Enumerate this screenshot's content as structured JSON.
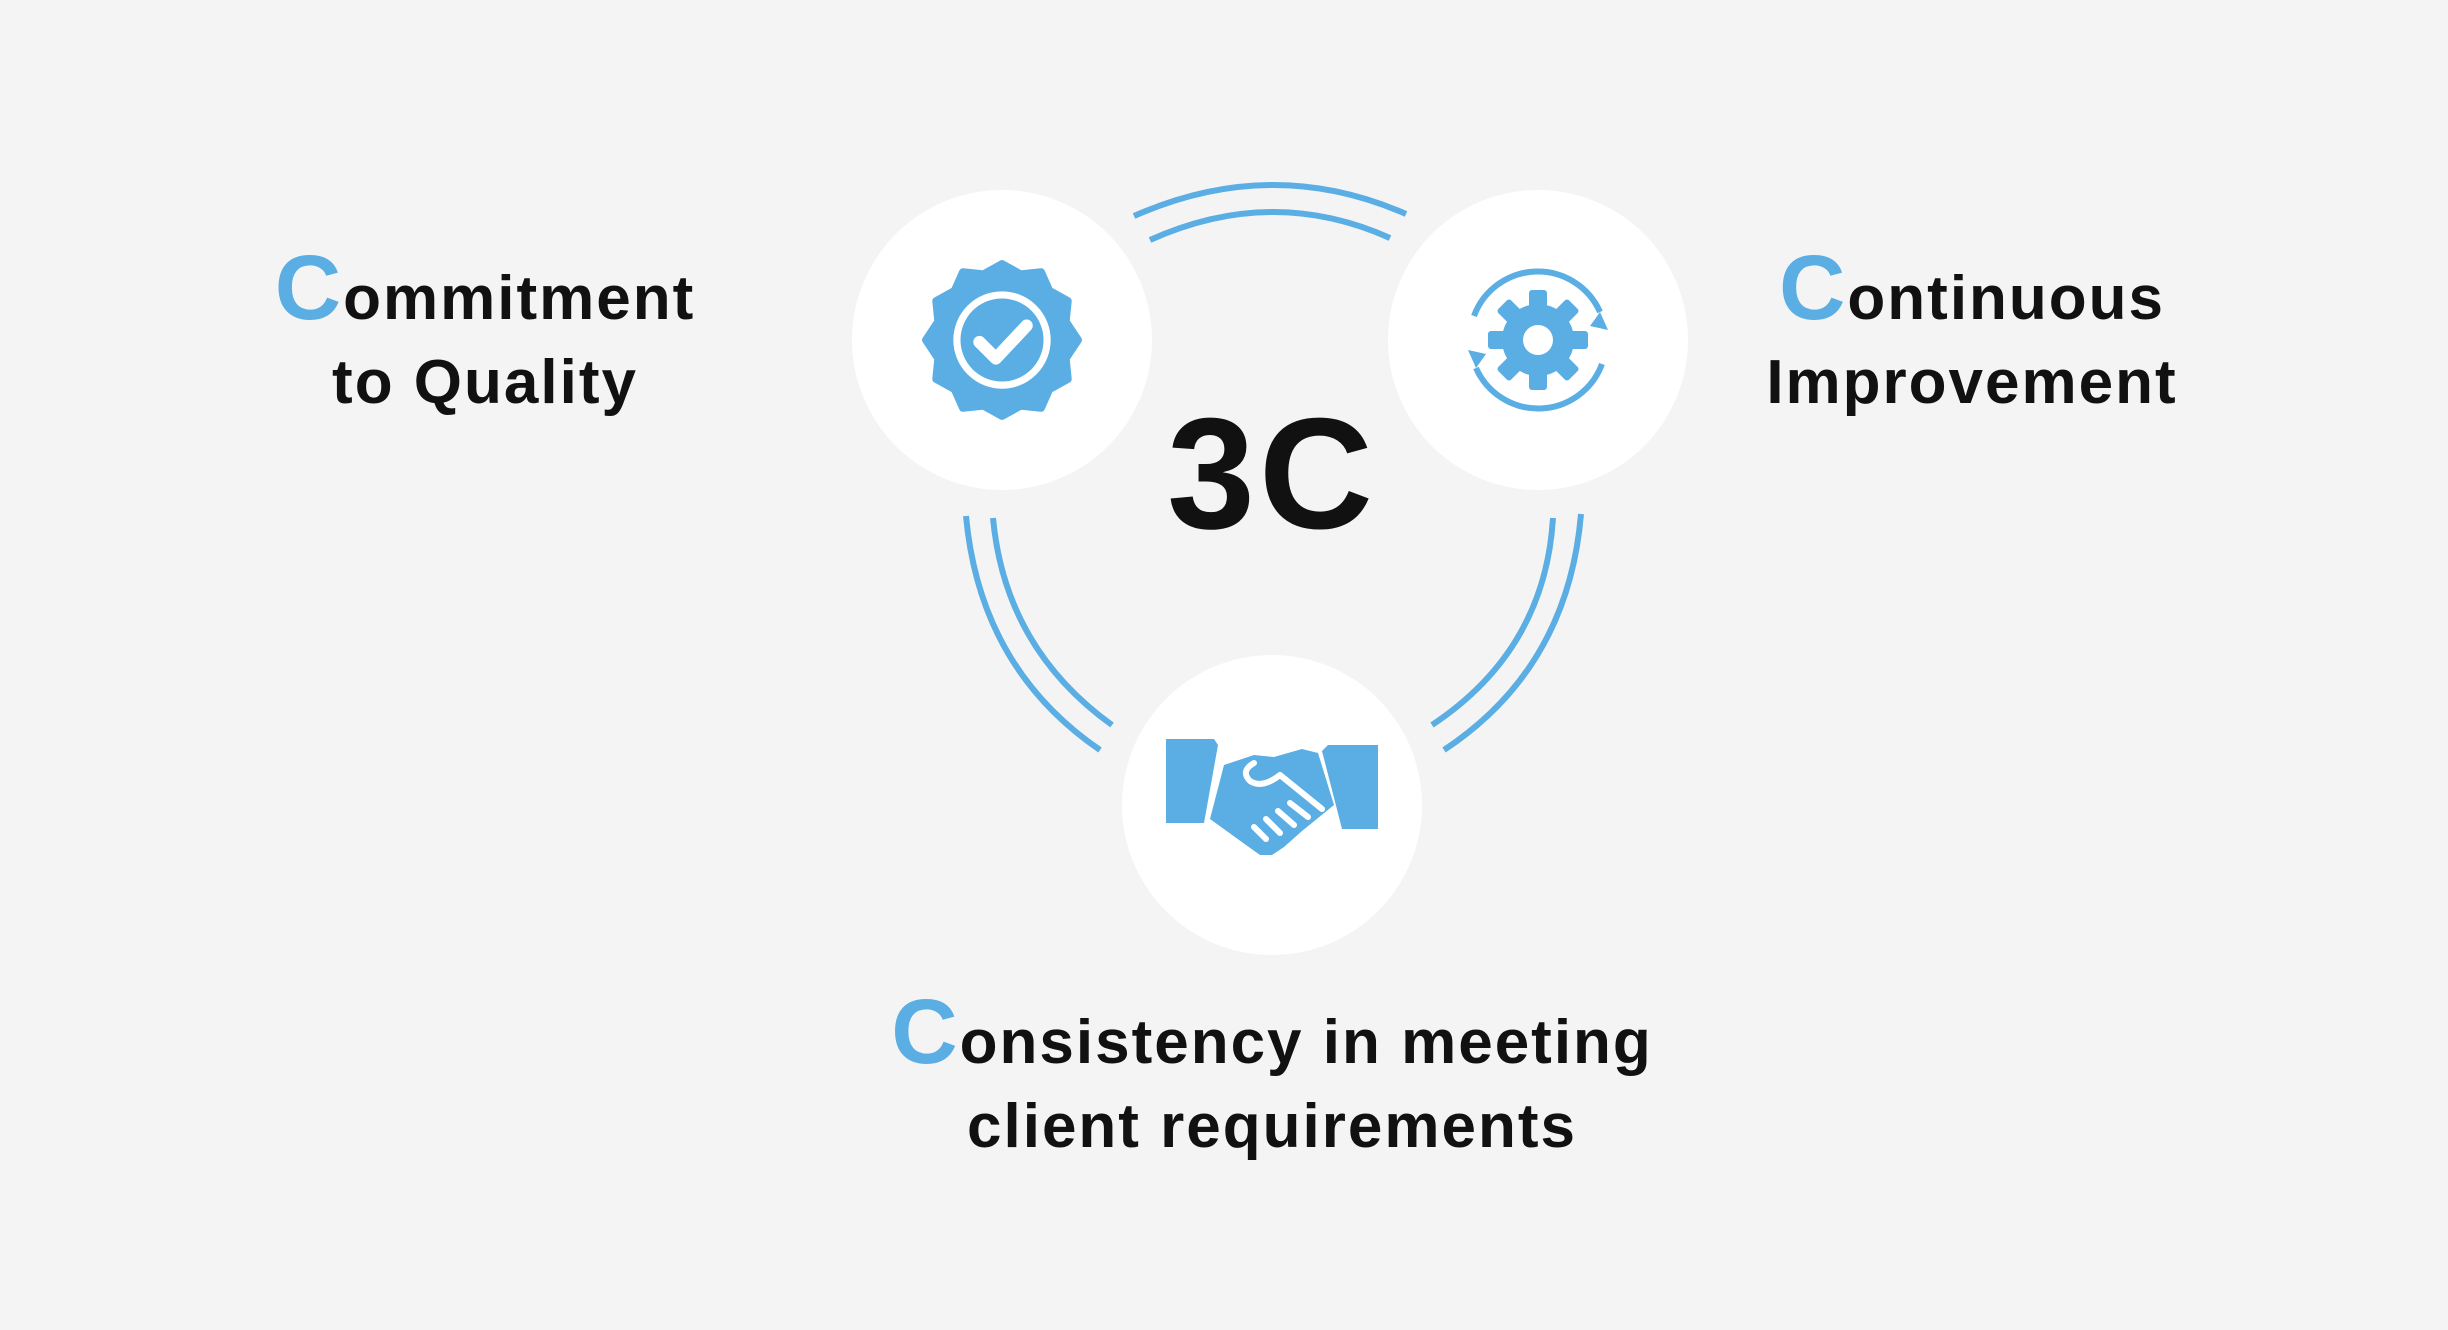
{
  "title": "3C",
  "accent_color": "#5aaee3",
  "items": [
    {
      "initial": "C",
      "line1_rest": "ommitment",
      "line2": "to Quality",
      "icon": "quality-badge-icon"
    },
    {
      "initial": "C",
      "line1_rest": "ontinuous",
      "line2": "Improvement",
      "icon": "gear-cycle-icon"
    },
    {
      "initial": "C",
      "line1_rest": "onsistency in meeting",
      "line2": "client requirements",
      "icon": "handshake-icon"
    }
  ]
}
